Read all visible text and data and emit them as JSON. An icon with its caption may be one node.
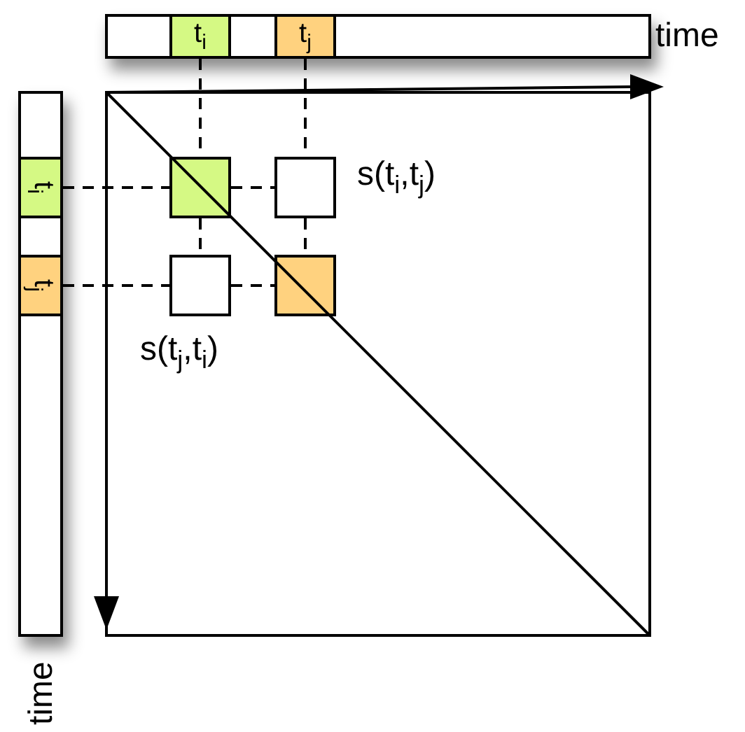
{
  "diagram": {
    "nodes": [
      {
        "text": [],
        "shape": "bar"
      },
      {
        "text": [
          "t$_{i}$"
        ],
        "in": 0
      },
      {
        "text": [
          "t$_{j}$"
        ],
        "in": 0
      },
      {
        "text": [],
        "shape": "bar"
      },
      {
        "text": [
          "t$_{i}$"
        ],
        "in": 3
      },
      {
        "text": [
          "t$_{j}$"
        ],
        "in": 3
      },
      {
        "text": [],
        "shape": "box"
      },
      {
        "text": [],
        "shape": "box",
        "in": 6
      },
      {
        "text": [],
        "shape": "box",
        "in": 6,
        "beside": [
          "s(t$_{i}$,t$_{j}$)"
        ]
      },
      {
        "text": [],
        "shape": "box",
        "in": 6,
        "beside": [
          "s(t$_{j}$,t$_{i}$)"
        ]
      },
      {
        "text": [],
        "shape": "box",
        "in": 6
      }
    ],
    "edges": [
      {
        "from": 1,
        "to": 7,
        "arrow": "none",
        "style": "dashed"
      },
      {
        "from": 7,
        "to": 9,
        "arrow": "none",
        "style": "dashed"
      },
      {
        "from": 2,
        "to": 8,
        "arrow": "none",
        "style": "dashed"
      },
      {
        "from": 8,
        "to": 10,
        "arrow": "none",
        "style": "dashed"
      },
      {
        "from": 4,
        "to": 7,
        "arrow": "none",
        "style": "dashed"
      },
      {
        "from": 7,
        "to": 8,
        "arrow": "none",
        "style": "dashed"
      },
      {
        "from": 5,
        "to": 9,
        "arrow": "none",
        "style": "dashed"
      },
      {
        "from": 9,
        "to": 10,
        "arrow": "none",
        "style": "dashed"
      }
    ],
    "labels": [
      "time",
      "time"
    ]
  }
}
